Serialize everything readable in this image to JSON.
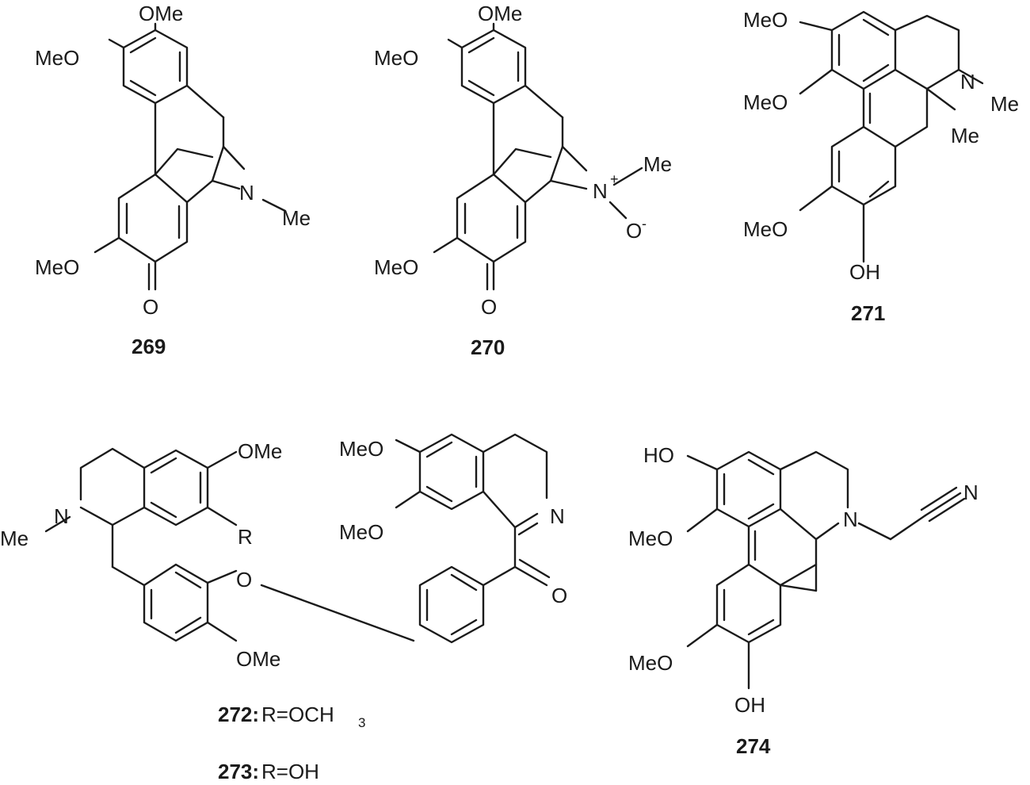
{
  "compounds": {
    "c269": {
      "number": "269",
      "labels": {
        "ome_top": "OMe",
        "meo_left": "MeO",
        "n": "N",
        "me": "Me",
        "meo_low": "MeO",
        "o": "O"
      }
    },
    "c270": {
      "number": "270",
      "labels": {
        "ome_top": "OMe",
        "meo_left": "MeO",
        "n": "N",
        "plus": "+",
        "me": "Me",
        "o_minus": "O",
        "minus": "-",
        "meo_low": "MeO",
        "o": "O"
      }
    },
    "c271": {
      "number": "271",
      "labels": {
        "meo_1": "MeO",
        "meo_2": "MeO",
        "n": "N",
        "me_n": "Me",
        "me_c": "Me",
        "meo_3": "MeO",
        "oh": "OH"
      }
    },
    "c272": {
      "number": "272:",
      "formula": "R=OCH",
      "formula_sub": "3",
      "labels": {
        "ome_1": "OMe",
        "me": "Me",
        "n": "N",
        "r": "R",
        "o_bridge": "O",
        "ome_2": "OMe",
        "meo_1": "MeO",
        "meo_2": "MeO",
        "n_imine": "N",
        "o_keto": "O"
      }
    },
    "c273": {
      "number": "273:",
      "formula": "R=OH"
    },
    "c274": {
      "number": "274",
      "labels": {
        "ho": "HO",
        "meo_1": "MeO",
        "n": "N",
        "n_nitrile": "N",
        "meo_2": "MeO",
        "oh": "OH"
      }
    }
  }
}
